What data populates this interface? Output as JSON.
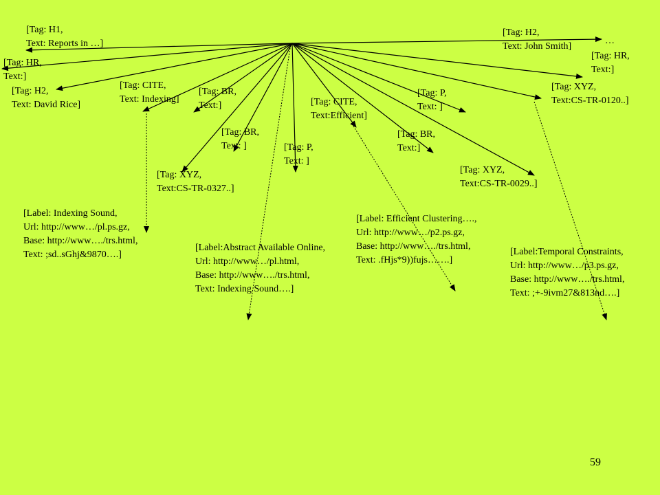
{
  "nodes": {
    "h1": {
      "line1": "[Tag: H1,",
      "line2": "Text: Reports in …]"
    },
    "hr_left": {
      "line1": "[Tag: HR,",
      "line2": "Text:]"
    },
    "h2_left": {
      "line1": "[Tag: H2,",
      "line2": "Text: David Rice]"
    },
    "cite1": {
      "line1": "[Tag: CITE,",
      "line2": "Text: Indexing]"
    },
    "br1": {
      "line1": "[Tag: BR,",
      "line2": "Text:]"
    },
    "br2": {
      "line1": "[Tag: BR,",
      "line2": "Text: ]"
    },
    "xyz1": {
      "line1": "[Tag: XYZ,",
      "line2": "Text:CS-TR-0327..]"
    },
    "p1": {
      "line1": "[Tag: P,",
      "line2": "Text: ]"
    },
    "cite2": {
      "line1": "[Tag: CITE,",
      "line2": "Text:Efficient]"
    },
    "br3": {
      "line1": "[Tag: BR,",
      "line2": "Text:]"
    },
    "p2": {
      "line1": "[Tag: P,",
      "line2": "Text: ]"
    },
    "xyz2": {
      "line1": "[Tag: XYZ,",
      "line2": "Text:CS-TR-0029..]"
    },
    "xyz3": {
      "line1": "[Tag: XYZ,",
      "line2": "Text:CS-TR-0120..]"
    },
    "h2_right": {
      "line1": "[Tag: H2,",
      "line2": "Text: John Smith]"
    },
    "ellipsis": {
      "line1": "…"
    },
    "hr_right": {
      "line1": "[Tag: HR,",
      "line2": "Text:]"
    }
  },
  "links": {
    "link1": {
      "line1": "[Label: Indexing Sound,",
      "line2": "Url: http://www…/pl.ps.gz,",
      "line3": "Base: http://www…./trs.html,",
      "line4": "Text: ;sd..sGhj&9870….]"
    },
    "link2": {
      "line1": "[Label:Abstract Available Online,",
      "line2": "Url: http://www…/pl.html,",
      "line3": "Base: http://www…./trs.html,",
      "line4": "Text: Indexing Sound….]"
    },
    "link3": {
      "line1": "[Label: Efficient Clustering….,",
      "line2": "Url: http://www…/p2.ps.gz,",
      "line3": "Base: http://www…./trs.html,",
      "line4": "Text: .fHjs*9))fujs…….]"
    },
    "link4": {
      "line1": "[Label:Temporal  Constraints,",
      "line2": "Url: http://www…/p3.ps.gz,",
      "line3": "Base: http://www…./trs.html,",
      "line4": "Text: ;+-9ivm27&813nd….]"
    }
  },
  "page_number": "59",
  "colors": {
    "background": "#ccff44",
    "line": "#000000"
  }
}
